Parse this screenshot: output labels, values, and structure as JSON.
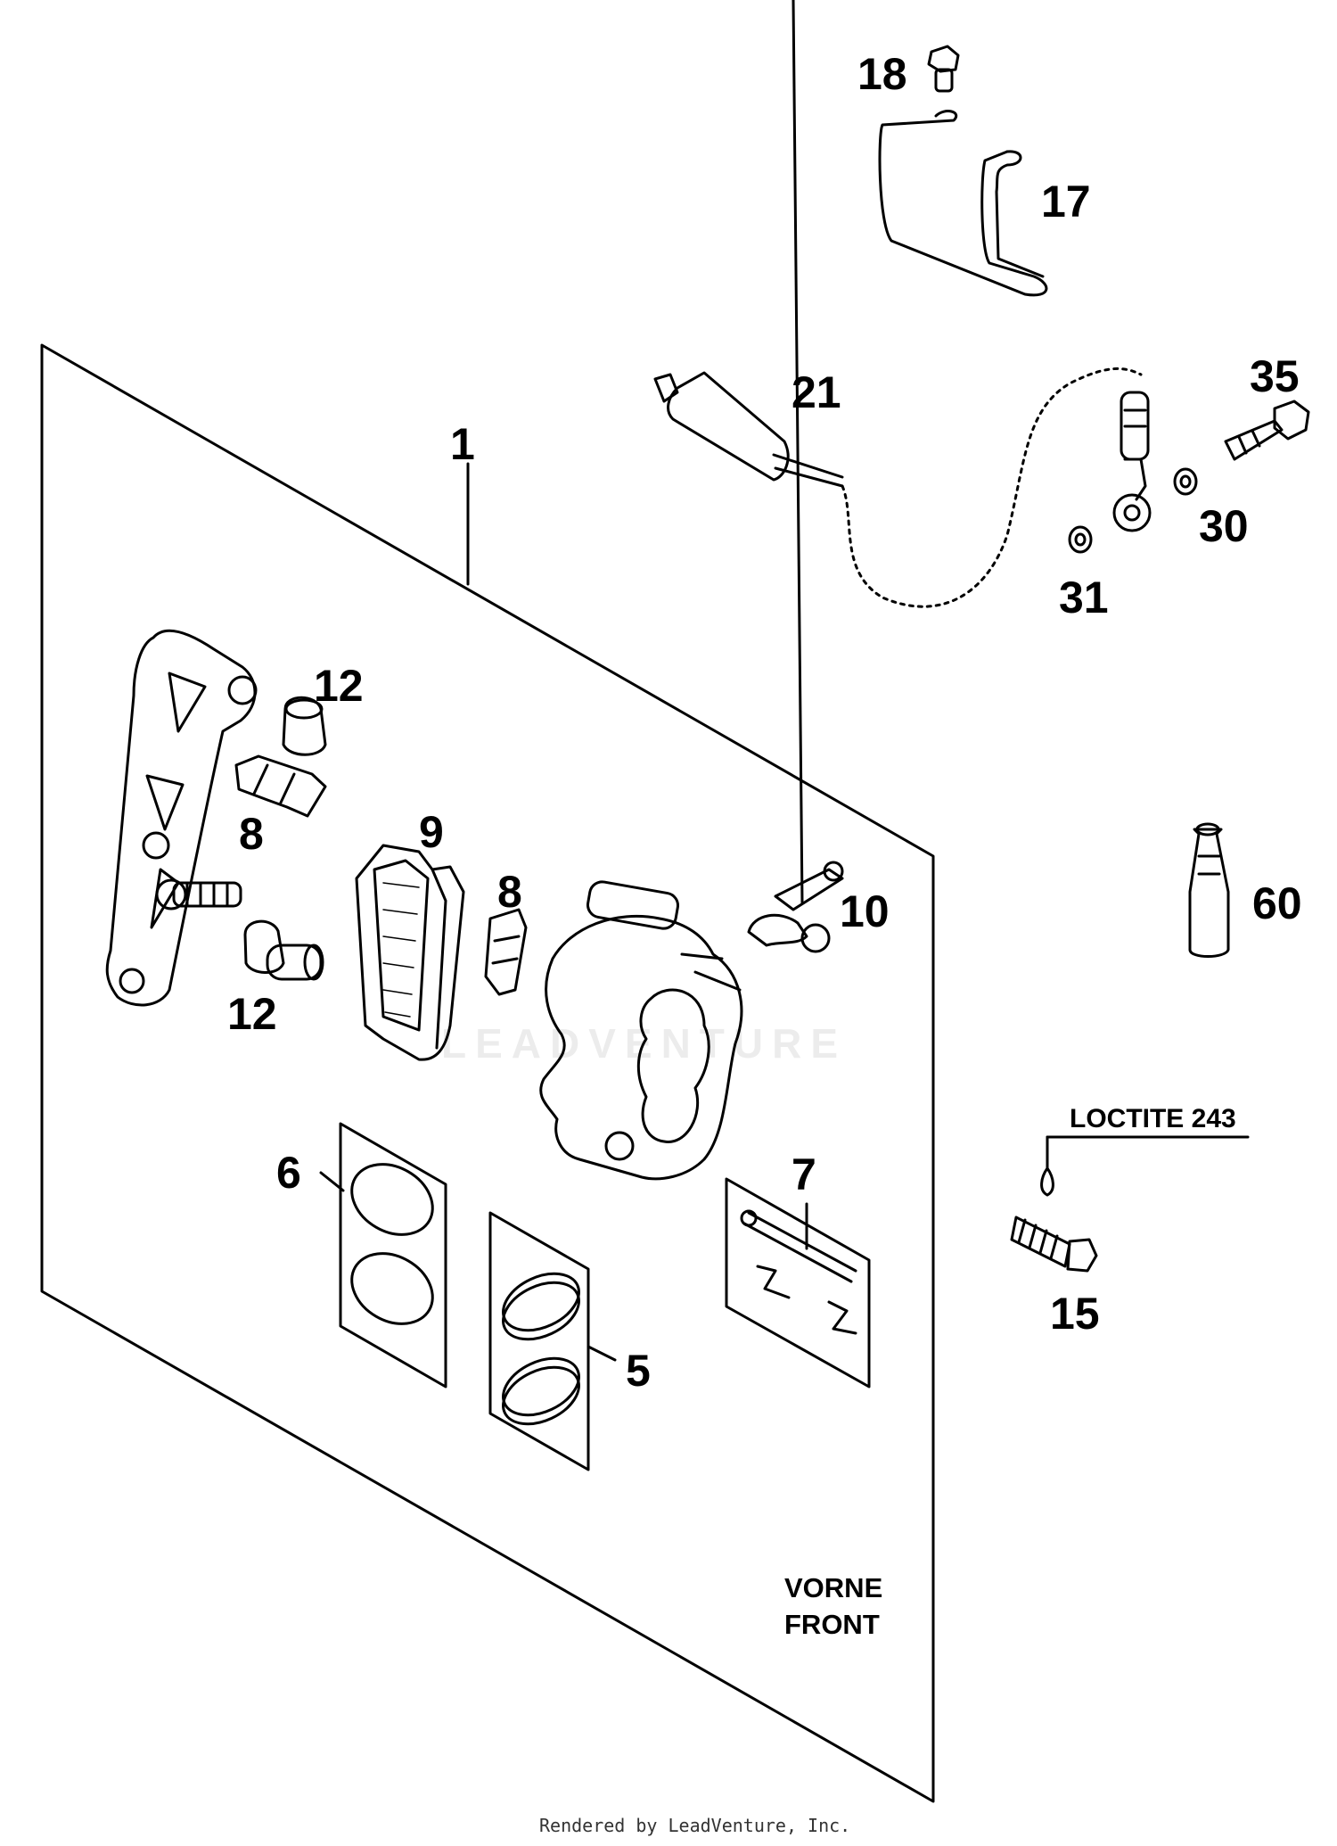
{
  "callouts": {
    "c1": "1",
    "c5": "5",
    "c6": "6",
    "c7": "7",
    "c8a": "8",
    "c8b": "8",
    "c9": "9",
    "c10": "10",
    "c12a": "12",
    "c12b": "12",
    "c15": "15",
    "c17": "17",
    "c18": "18",
    "c21": "21",
    "c30": "30",
    "c31": "31",
    "c35": "35",
    "c60": "60"
  },
  "notes": {
    "loctite": "LOCTITE 243",
    "vorne": "VORNE",
    "front": "FRONT"
  },
  "watermark": "LEADVENTURE",
  "credit": "Rendered by LeadVenture, Inc."
}
